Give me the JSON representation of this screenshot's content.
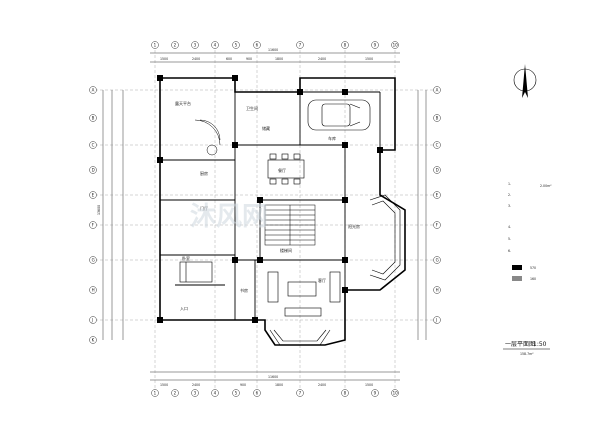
{
  "sheet": {
    "top_axis_labels": [
      "1",
      "2",
      "3",
      "4",
      "5",
      "6",
      "7",
      "8",
      "9",
      "10"
    ],
    "left_axis_labels": [
      "A",
      "B",
      "C",
      "D",
      "E",
      "F",
      "G",
      "H",
      "J",
      "K"
    ],
    "right_axis_labels": [
      "A",
      "B",
      "C",
      "D",
      "E",
      "F",
      "G",
      "H",
      "J"
    ],
    "bottom_axis_labels": [
      "1",
      "2",
      "3",
      "4",
      "5",
      "6",
      "7",
      "8",
      "9",
      "10"
    ],
    "top_total_dim": "11600",
    "bottom_total_dim": "11600",
    "top_dims": [
      "1500",
      "2400",
      "600",
      "900",
      "1800",
      "2400",
      "1500"
    ],
    "bottom_dims": [
      "1500",
      "2400",
      "900",
      "1800",
      "2400",
      "1500"
    ],
    "left_total_dim": "13600",
    "room_labels": {
      "garage": "车库",
      "dining": "餐厅",
      "living": "客厅",
      "bedroom": "卧室",
      "kitchen": "厨房",
      "bath": "卫生间",
      "study": "书房",
      "terrace": "露天平台",
      "sunroom": "阳光房",
      "hall": "门厅",
      "stair": "楼梯间",
      "storage": "储藏",
      "entry": "入口"
    },
    "legend_texts": [
      "1.",
      "2.",
      "3.",
      "4.",
      "5.",
      "6.",
      "2.00m²",
      "570",
      "160"
    ],
    "plan_title": "一层平面图",
    "plan_scale": "1:50",
    "plan_area": "158.7m²",
    "watermark": "沐风网"
  }
}
